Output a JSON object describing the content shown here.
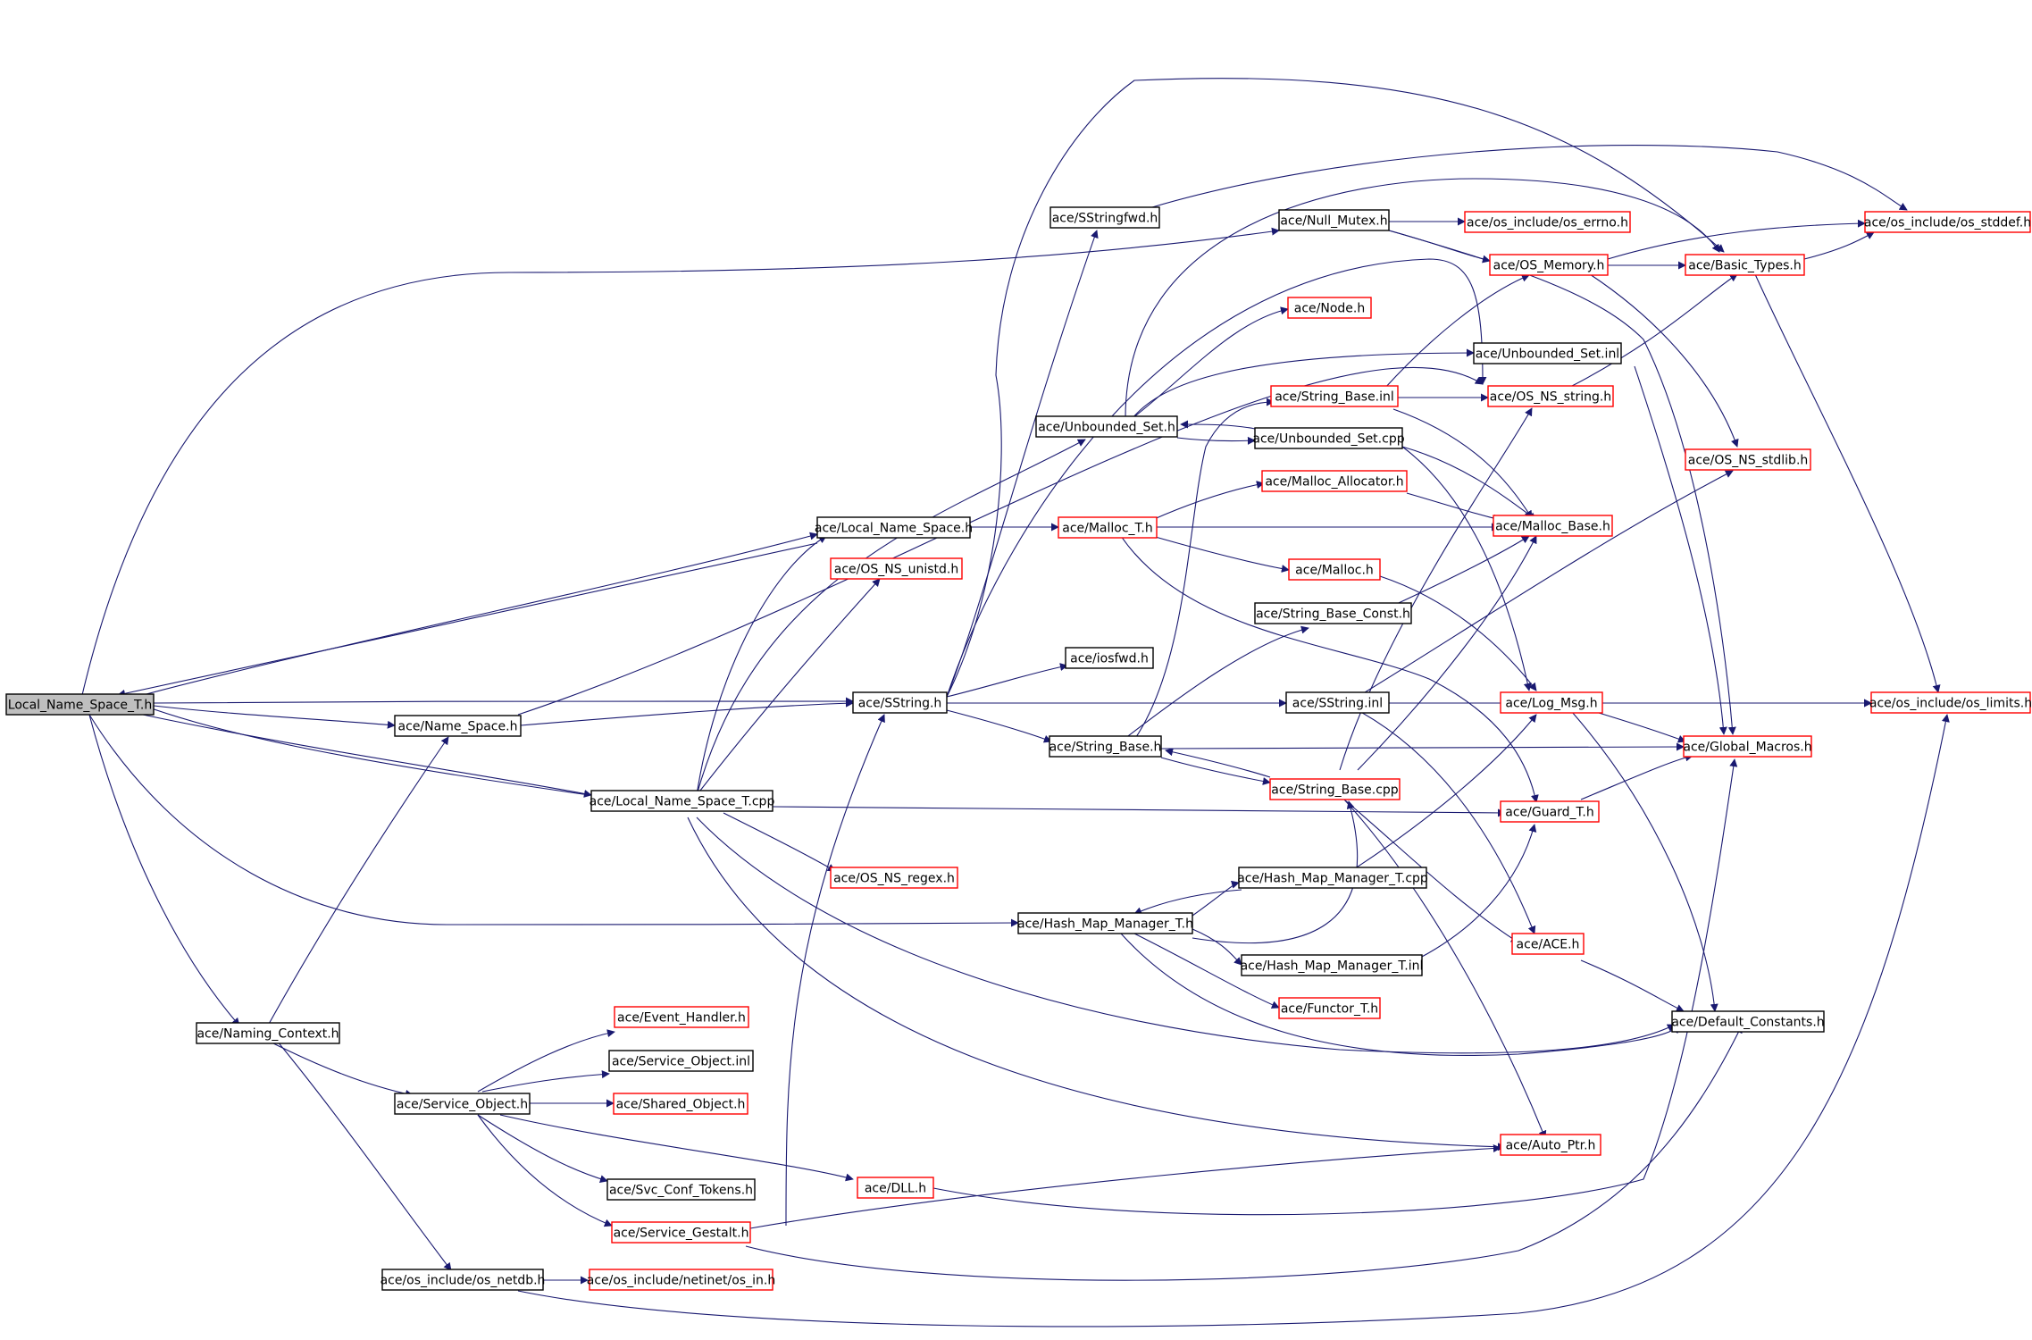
{
  "diagram": {
    "colors": {
      "edge": "#191970",
      "black_border": "#000000",
      "red_border": "#ff0000",
      "root_fill": "#bfbfbf",
      "node_fill": "#ffffff",
      "text": "#000000"
    },
    "nodes": [
      {
        "id": "root",
        "label": "Local_Name_Space_T.h",
        "border": "black",
        "root": true
      },
      {
        "id": "name_space",
        "label": "ace/Name_Space.h",
        "border": "black"
      },
      {
        "id": "local_name_space_t_cpp",
        "label": "ace/Local_Name_Space_T.cpp",
        "border": "black"
      },
      {
        "id": "local_name_space_h",
        "label": "ace/Local_Name_Space.h",
        "border": "black"
      },
      {
        "id": "os_ns_unistd",
        "label": "ace/OS_NS_unistd.h",
        "border": "red"
      },
      {
        "id": "sstring_h",
        "label": "ace/SString.h",
        "border": "black"
      },
      {
        "id": "malloc_t",
        "label": "ace/Malloc_T.h",
        "border": "red"
      },
      {
        "id": "os_ns_regex",
        "label": "ace/OS_NS_regex.h",
        "border": "red"
      },
      {
        "id": "hash_map_manager_t_h",
        "label": "ace/Hash_Map_Manager_T.h",
        "border": "black"
      },
      {
        "id": "naming_context",
        "label": "ace/Naming_Context.h",
        "border": "black"
      },
      {
        "id": "service_object_h",
        "label": "ace/Service_Object.h",
        "border": "black"
      },
      {
        "id": "event_handler",
        "label": "ace/Event_Handler.h",
        "border": "red"
      },
      {
        "id": "service_object_inl",
        "label": "ace/Service_Object.inl",
        "border": "black"
      },
      {
        "id": "shared_object",
        "label": "ace/Shared_Object.h",
        "border": "red"
      },
      {
        "id": "svc_conf_tokens",
        "label": "ace/Svc_Conf_Tokens.h",
        "border": "black"
      },
      {
        "id": "dll",
        "label": "ace/DLL.h",
        "border": "red"
      },
      {
        "id": "service_gestalt",
        "label": "ace/Service_Gestalt.h",
        "border": "red"
      },
      {
        "id": "os_netdb",
        "label": "ace/os_include/os_netdb.h",
        "border": "black"
      },
      {
        "id": "os_in",
        "label": "ace/os_include/netinet/os_in.h",
        "border": "red"
      },
      {
        "id": "sstringfwd",
        "label": "ace/SStringfwd.h",
        "border": "black"
      },
      {
        "id": "null_mutex",
        "label": "ace/Null_Mutex.h",
        "border": "black"
      },
      {
        "id": "os_errno",
        "label": "ace/os_include/os_errno.h",
        "border": "red"
      },
      {
        "id": "os_memory",
        "label": "ace/OS_Memory.h",
        "border": "red"
      },
      {
        "id": "basic_types",
        "label": "ace/Basic_Types.h",
        "border": "red"
      },
      {
        "id": "os_stddef",
        "label": "ace/os_include/os_stddef.h",
        "border": "red"
      },
      {
        "id": "node_h",
        "label": "ace/Node.h",
        "border": "red"
      },
      {
        "id": "unbounded_set_inl",
        "label": "ace/Unbounded_Set.inl",
        "border": "black"
      },
      {
        "id": "string_base_inl",
        "label": "ace/String_Base.inl",
        "border": "red"
      },
      {
        "id": "os_ns_string",
        "label": "ace/OS_NS_string.h",
        "border": "red"
      },
      {
        "id": "unbounded_set_h",
        "label": "ace/Unbounded_Set.h",
        "border": "black"
      },
      {
        "id": "unbounded_set_cpp",
        "label": "ace/Unbounded_Set.cpp",
        "border": "black"
      },
      {
        "id": "os_ns_stdlib",
        "label": "ace/OS_NS_stdlib.h",
        "border": "red"
      },
      {
        "id": "malloc_allocator",
        "label": "ace/Malloc_Allocator.h",
        "border": "red"
      },
      {
        "id": "malloc_base",
        "label": "ace/Malloc_Base.h",
        "border": "red"
      },
      {
        "id": "malloc_h",
        "label": "ace/Malloc.h",
        "border": "red"
      },
      {
        "id": "string_base_const",
        "label": "ace/String_Base_Const.h",
        "border": "black"
      },
      {
        "id": "iosfwd",
        "label": "ace/iosfwd.h",
        "border": "black"
      },
      {
        "id": "sstring_inl",
        "label": "ace/SString.inl",
        "border": "black"
      },
      {
        "id": "log_msg",
        "label": "ace/Log_Msg.h",
        "border": "red"
      },
      {
        "id": "os_limits",
        "label": "ace/os_include/os_limits.h",
        "border": "red"
      },
      {
        "id": "string_base_h",
        "label": "ace/String_Base.h",
        "border": "black"
      },
      {
        "id": "global_macros",
        "label": "ace/Global_Macros.h",
        "border": "red"
      },
      {
        "id": "string_base_cpp",
        "label": "ace/String_Base.cpp",
        "border": "red"
      },
      {
        "id": "guard_t",
        "label": "ace/Guard_T.h",
        "border": "red"
      },
      {
        "id": "hash_map_manager_t_cpp",
        "label": "ace/Hash_Map_Manager_T.cpp",
        "border": "black"
      },
      {
        "id": "ace_h",
        "label": "ace/ACE.h",
        "border": "red"
      },
      {
        "id": "hash_map_manager_t_inl",
        "label": "ace/Hash_Map_Manager_T.inl",
        "border": "black"
      },
      {
        "id": "functor_t",
        "label": "ace/Functor_T.h",
        "border": "red"
      },
      {
        "id": "default_constants",
        "label": "ace/Default_Constants.h",
        "border": "black"
      },
      {
        "id": "auto_ptr",
        "label": "ace/Auto_Ptr.h",
        "border": "red"
      }
    ]
  }
}
